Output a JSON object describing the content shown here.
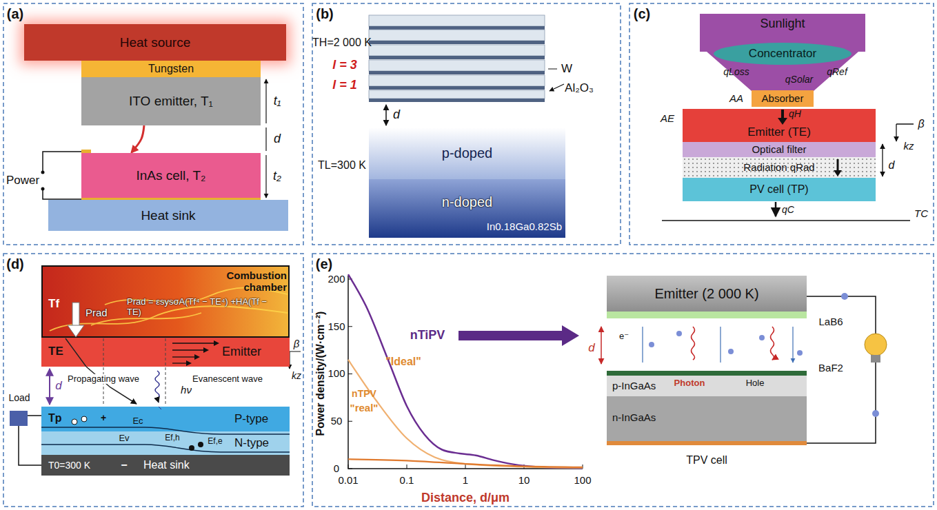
{
  "diagram": {
    "nodes": [
      {
        "text": [
          "Heat source"
        ]
      },
      {
        "text": [
          "Tungsten"
        ]
      },
      {
        "text": [
          "ITO emitter, T₁"
        ]
      },
      {
        "text": [
          "InAs cell, T₂"
        ]
      },
      {
        "text": [
          "Heat sink"
        ]
      },
      {
        "text": [
          "p-doped"
        ]
      },
      {
        "text": [
          "n-doped",
          "In0.18Ga0.82Sb"
        ]
      },
      {
        "text": [
          "Sunlight"
        ]
      },
      {
        "text": [
          "Concentrator"
        ],
        "in": 7
      },
      {
        "text": [
          "Absorber"
        ]
      },
      {
        "text": [
          "Emitter (TE)"
        ]
      },
      {
        "text": [
          "Optical filter"
        ]
      },
      {
        "text": [
          "Radiation qRad"
        ]
      },
      {
        "text": [
          "PV cell (TP)"
        ]
      },
      {
        "text": [
          "Combustion chamber",
          "Tf",
          "Prad",
          "Prad = εsysσA(Tf⁴ − TE⁴) +HA(Tf − TE)"
        ]
      },
      {
        "text": [
          "TE",
          "Emitter"
        ]
      },
      {
        "text": [
          "Tp",
          "P-type"
        ]
      },
      {
        "text": [
          "N-type"
        ]
      },
      {
        "text": [
          "T0=300 K",
          "Heat sink"
        ]
      },
      {
        "text": [
          "Emitter (2 000 K)"
        ]
      },
      {
        "text": [
          "p-InGaAs"
        ]
      },
      {
        "text": [
          "n-InGaAs"
        ]
      }
    ],
    "edges": [
      {
        "from": 2,
        "to": 3,
        "arrow": "to"
      },
      {
        "from": 8,
        "to": 9,
        "arrow": "to",
        "label": "qSolar"
      }
    ],
    "labels": [
      "(a)",
      "t₁",
      "d",
      "t₂",
      "Power",
      "(b)",
      "TH=2 000 K",
      "l = 3",
      "l = 1",
      "W",
      "Al₂O₃",
      "d",
      "TL=300 K",
      "(c)",
      "qLoss",
      "qRef",
      "AA",
      "qH",
      "AE",
      "β",
      "kz",
      "d",
      "qC",
      "TC",
      "(d)",
      "Propagating wave",
      "Evanescent wave",
      "β",
      "kz",
      "Load",
      "d",
      "hν",
      "Ec",
      "Ef,e",
      "Ef,h",
      "Ev",
      "+",
      "−",
      "(e)",
      "200",
      "150",
      "100",
      "50",
      "0",
      "0.01",
      "0.1",
      "1",
      "10",
      "100",
      "Power density/(W·cm⁻²)",
      "Distance, d/μm",
      "nTiPV",
      "\"Ideal\"",
      "nTPV",
      "\"real\"",
      "LaB6",
      "BaF2",
      "d",
      "e⁻",
      "Photon",
      "Hole",
      "TPV cell"
    ]
  }
}
